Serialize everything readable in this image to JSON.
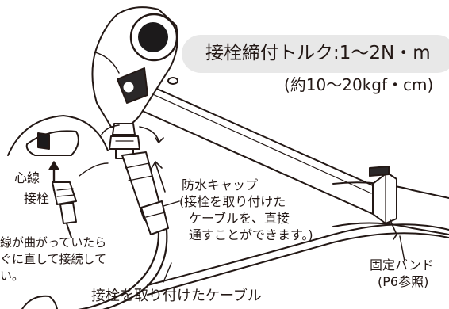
{
  "torque": {
    "main": "接栓締付トルク:1〜2N・m",
    "sub": "(約10〜20kgf・cm)"
  },
  "labels": {
    "core_wire": "心線",
    "connector": "接栓",
    "note_line1": "線が曲がっていたら",
    "note_line2": "ぐに直して接続して",
    "note_line3": "い。",
    "cap_line1": "防水キャップ",
    "cap_line2": "(接栓を取り付けた",
    "cap_line3": "ケーブルを、直接",
    "cap_line4": "通すことができます。)",
    "band_line1": "固定バンド",
    "band_line2": "(P6参照)",
    "cable_caption": "接栓を取り付けたケーブル"
  }
}
